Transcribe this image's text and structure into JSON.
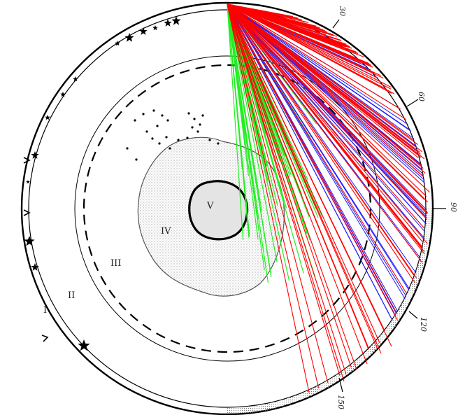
{
  "zones": {
    "zone_1": "I",
    "zone_2": "II",
    "zone_3": "III",
    "zone_4": "IV",
    "zone_5": "V"
  },
  "edge_marks": {
    "top": "30",
    "upper_right": "60",
    "right": "90",
    "lower_right": "120",
    "bottom": "150"
  },
  "colors": {
    "outline": "#000000",
    "ray_red": "#ff0000",
    "ray_blue": "#1a1aff",
    "ray_green": "#22ee22",
    "core_fill": "#dddddd",
    "stipple": "#999999"
  }
}
